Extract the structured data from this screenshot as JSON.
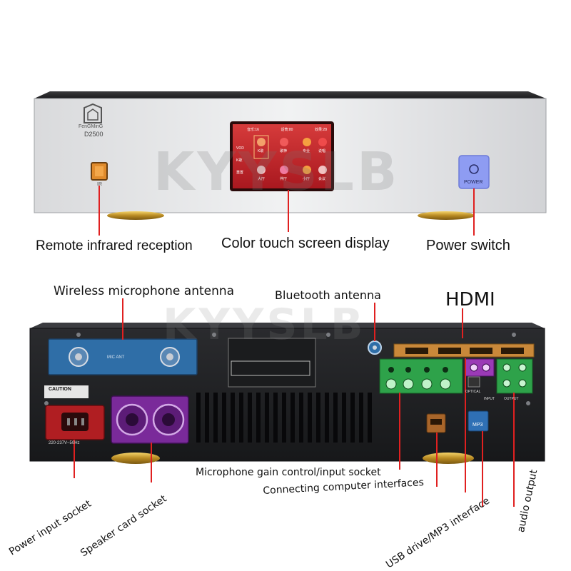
{
  "watermark": "KYYSLB",
  "front_panel": {
    "brand": "FenGMinG",
    "model": "D2500",
    "ir_label": "IR",
    "power_label": "POWER",
    "screen": {
      "header": [
        "音乐:16",
        "话筒:80",
        "效果:28"
      ],
      "side": [
        "VOD",
        "K歌",
        "重置"
      ],
      "buttons": [
        "K歌",
        "歌神",
        "专业",
        "说唱",
        "大厅",
        "伴厅",
        "小厅",
        "会议"
      ]
    },
    "callouts": {
      "ir": "Remote infrared reception",
      "screen": "Color touch screen display",
      "power": "Power switch"
    }
  },
  "rear_panel": {
    "antenna_label": "MIC ANT",
    "voltage_label": "220-237V~50Hz",
    "caution_label": "CAUTION",
    "optical_label": "OPTICAL",
    "input_label": "INPUT",
    "output_label": "OUTPUT",
    "mp3_label": "MP3",
    "callouts": {
      "wireless_antenna": "Wireless microphone antenna",
      "bluetooth": "Bluetooth antenna",
      "hdmi": "HDMI",
      "power_input": "Power input socket",
      "speaker": "Speaker card socket",
      "mic_gain": "Microphone gain control/input socket",
      "computer": "Connecting computer interfaces",
      "usb_mp3": "USB drive/MP3 interface",
      "audio_out": "audio output"
    }
  }
}
